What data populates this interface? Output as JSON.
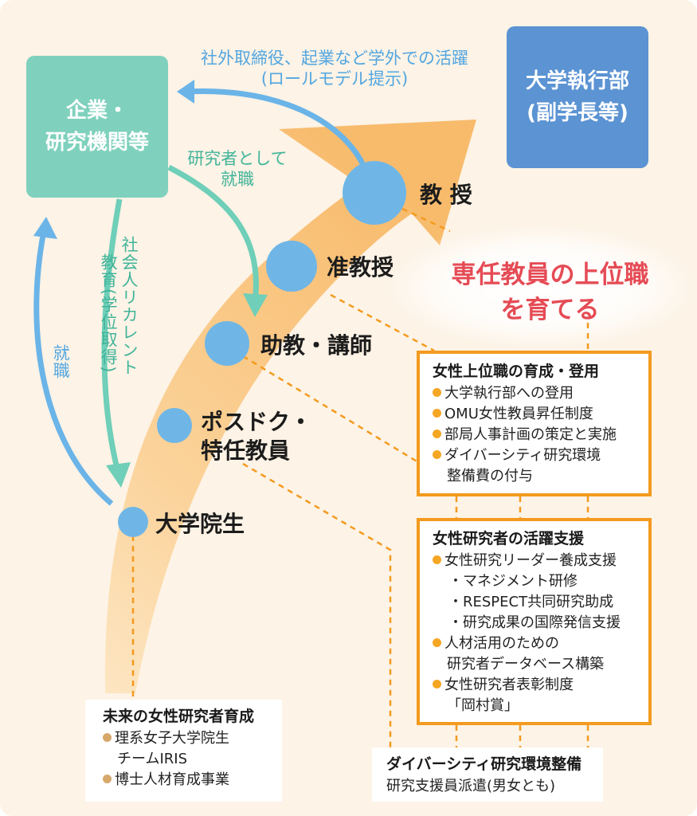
{
  "boxes": {
    "green_line1": "企業・",
    "green_line2": "研究機関等",
    "blue_line1": "大学執行部",
    "blue_line2": "(副学長等)"
  },
  "stages": {
    "professor": "教 授",
    "assoc_professor": "准教授",
    "assistant_lecturer": "助教・講師",
    "postdoc_line1": "ポスドク・",
    "postdoc_line2": "特任教員",
    "grad_student": "大学院生"
  },
  "arrows": {
    "top_line1": "社外取締役、起業など学外での活躍",
    "top_line2": "(ロールモデル提示)",
    "researcher_line1": "研究者として",
    "researcher_line2": "就職",
    "reskill_col1": "社会人リカレント",
    "reskill_col2": "教育(学位取得)",
    "employment": "就職"
  },
  "headline": {
    "line1": "専任教員の上位職",
    "line2": "を育てる"
  },
  "panel_upper": {
    "title": "女性上位職の育成・登用",
    "items": [
      "大学執行部への登用",
      "OMU女性教員昇任制度",
      "部局人事計画の策定と実施",
      "ダイバーシティ研究環境"
    ],
    "item4_cont": "整備費の付与"
  },
  "panel_support": {
    "title": "女性研究者の活躍支援",
    "item1": "女性研究リーダー養成支援",
    "subitems": [
      "・マネジメント研修",
      "・RESPECT共同研究助成",
      "・研究成果の国際発信支援"
    ],
    "item2": "人材活用のための",
    "item2_cont": "研究者データベース構築",
    "item3": "女性研究者表彰制度",
    "item3_cont": "「岡村賞」"
  },
  "panel_future": {
    "title": "未来の女性研究者育成",
    "item1": "理系女子大学院生",
    "item1_cont": "チームIRIS",
    "item2": "博士人材育成事業"
  },
  "panel_diversity": {
    "title": "ダイバーシティ研究環境整備",
    "line": "研究支援員派遣(男女とも)"
  },
  "colors": {
    "background": "#fdf3e6",
    "big_arrow": "#f8c27a",
    "green_box": "#7fd1bd",
    "blue_box": "#5b93d3",
    "circle": "#6fb6e6",
    "panel_border": "#f39a1f",
    "headline": "#e54b55",
    "teal_arrow": "#6fcfb8",
    "blue_arrow": "#6bb4e8"
  }
}
